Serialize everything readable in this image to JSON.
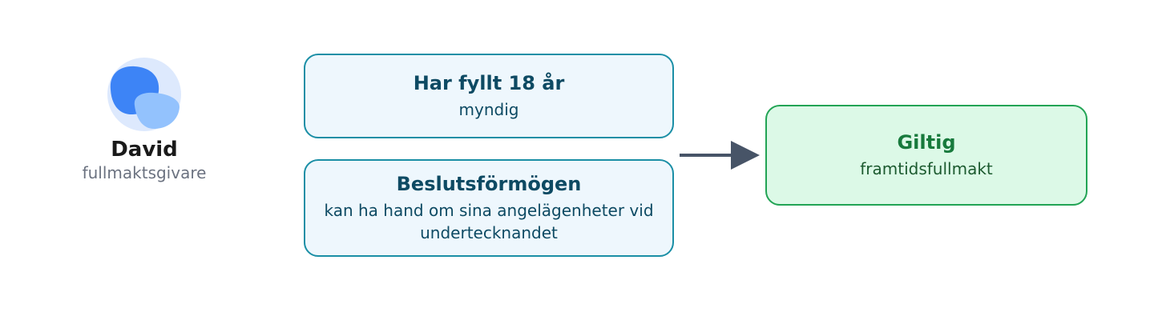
{
  "person": {
    "name": "David",
    "role": "fullmaktsgivare",
    "icon": "person-avatar-icon"
  },
  "conditions": [
    {
      "title": "Har fyllt 18 år",
      "subtitle": "myndig"
    },
    {
      "title": "Beslutsförmögen",
      "subtitle": "kan ha hand om sina angelägenheter vid undertecknandet"
    }
  ],
  "result": {
    "title": "Giltig",
    "subtitle": "framtidsfullmakt"
  },
  "colors": {
    "condition_border": "#1b8fa6",
    "condition_fill": "#eef7fd",
    "result_border": "#22a455",
    "result_fill": "#dcf9e7",
    "arrow": "#475467"
  }
}
